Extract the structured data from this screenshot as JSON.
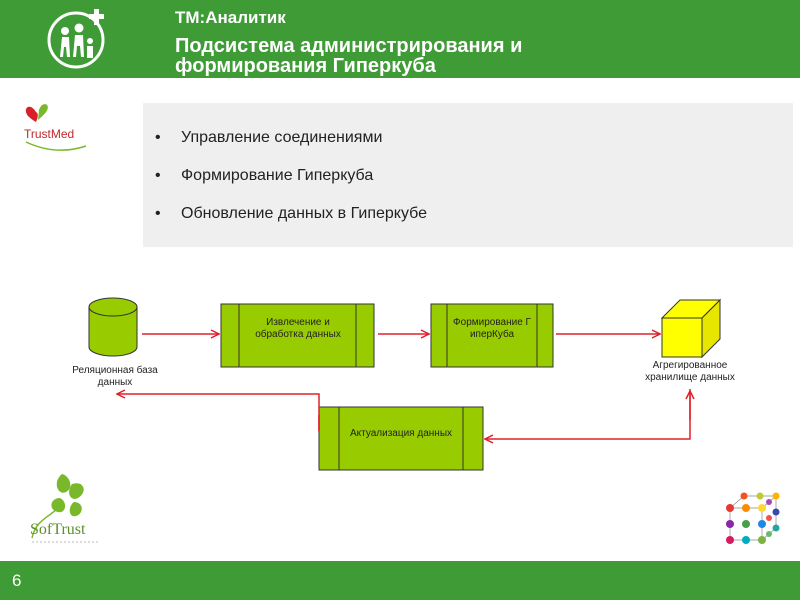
{
  "header": {
    "subtitle": "ТМ:Аналитик",
    "title": "Подсистема администрирования и формирования Гиперкуба"
  },
  "logos": {
    "trustmed": "TrustMed",
    "softtrust": "SofTrust"
  },
  "bullets": [
    "Управление соединениями",
    "Формирование Гиперкуба",
    "Обновление данных в Гиперкубе"
  ],
  "diagram": {
    "db_label": "Реляционная база данных",
    "extract_label": "Извлечение и обработка данных",
    "form_label": "Формирование ГиперКуба",
    "storage_label": "Агрегированное хранилище данных",
    "update_label": "Актуализация данных",
    "colors": {
      "box_fill": "#99cc00",
      "arrow": "#e0202a",
      "cube": "#ffff00"
    }
  },
  "footer": {
    "page_number": "6"
  },
  "colors": {
    "header_green": "#3f9b35",
    "panel_bg": "#efefef"
  }
}
